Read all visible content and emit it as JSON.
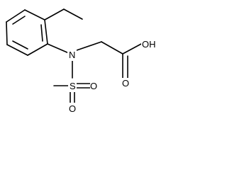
{
  "atoms": {
    "nitrogen": "N",
    "sulfur": "S",
    "oxygen_1": "O",
    "oxygen_2": "O",
    "hydroxyl": "OH",
    "carbonyl_oxygen": "O"
  },
  "colors": {
    "bond": "#000000",
    "label": "#000000",
    "background": "#ffffff"
  }
}
